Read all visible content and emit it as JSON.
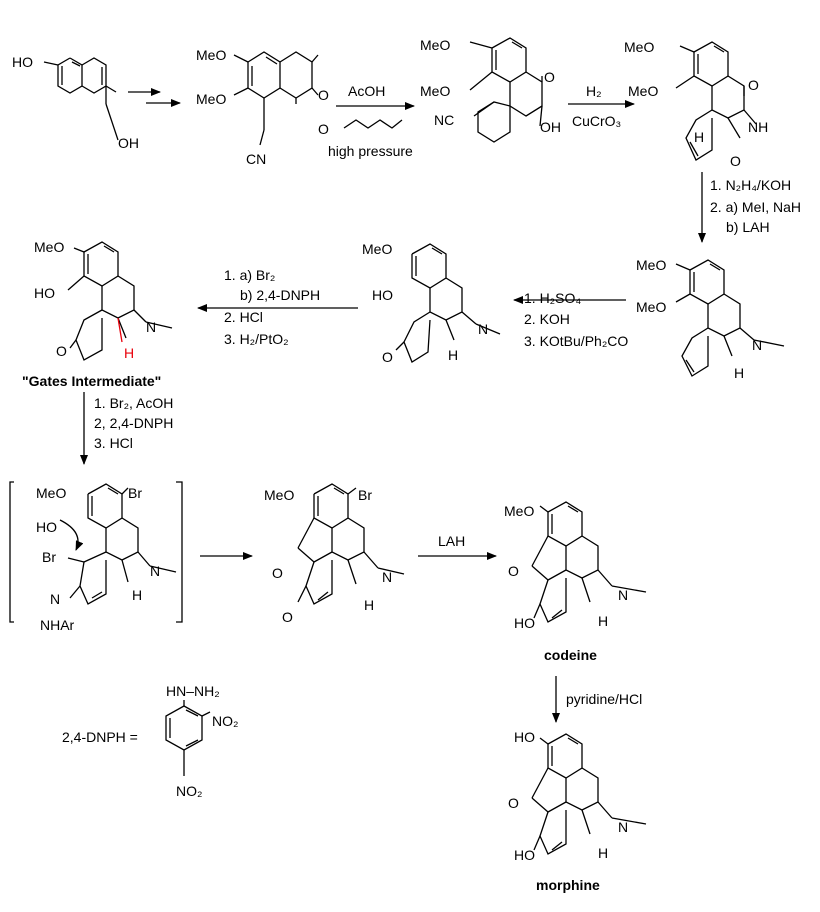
{
  "colors": {
    "ink": "#000000",
    "highlight": "#e8000b"
  },
  "step1": {
    "sm_oh_top": "HO",
    "sm_oh_bottom": "OH"
  },
  "step2": {
    "ome1": "MeO",
    "ome2": "MeO",
    "o1": "O",
    "o2": "O",
    "cn": "CN",
    "reagent1": "AcOH",
    "reagent2": "high pressure"
  },
  "step3": {
    "ome1": "MeO",
    "ome2": "MeO",
    "nc": "NC",
    "o": "O",
    "oh": "OH",
    "reagent_h2": "H₂",
    "reagent_cat": "CuCrO₃"
  },
  "step4": {
    "ome1": "MeO",
    "ome2": "MeO",
    "o1": "O",
    "o2": "O",
    "nh": "NH",
    "h": "H",
    "cond1": "1. N₂H₄/KOH",
    "cond2": "2. a) MeI, NaH",
    "cond3": "b) LAH"
  },
  "step5": {
    "ome1": "MeO",
    "ome2": "MeO",
    "n": "N",
    "h": "H",
    "cond1": "1. H₂SO₄",
    "cond2": "2. KOH",
    "cond3": "3. KOtBu/Ph₂CO"
  },
  "step6": {
    "ome": "MeO",
    "ho": "HO",
    "o": "O",
    "n": "N",
    "h": "H"
  },
  "gates": {
    "ome": "MeO",
    "ho": "HO",
    "o": "O",
    "n": "N",
    "h": "H",
    "name": "\"Gates Intermediate\"",
    "cond1": "1. a) Br₂",
    "cond2": "b) 2,4-DNPH",
    "cond3": "2. HCl",
    "cond4": "3. H₂/PtO₂"
  },
  "down_cond": {
    "c1": "1. Br₂, AcOH",
    "c2": "2, 2,4-DNPH",
    "c3": "3. HCl"
  },
  "bracket": {
    "ome": "MeO",
    "br1": "Br",
    "ho": "HO",
    "br2": "Br",
    "n_imine": "N",
    "nhar": "NHAr",
    "n": "N",
    "h": "H"
  },
  "bromoketone": {
    "ome": "MeO",
    "br": "Br",
    "o_bridge": "O",
    "o_keto": "O",
    "n": "N",
    "h": "H"
  },
  "codeine": {
    "ome": "MeO",
    "o": "O",
    "ho": "HO",
    "n": "N",
    "h": "H",
    "name": "codeine",
    "reagent": "LAH"
  },
  "morphine": {
    "ho_top": "HO",
    "o": "O",
    "ho": "HO",
    "n": "N",
    "h": "H",
    "name": "morphine",
    "reagent": "pyridine/HCl"
  },
  "dnph": {
    "label": "2,4-DNPH =",
    "hydrazine": "HN–NH₂",
    "no2_a": "NO₂",
    "no2_b": "NO₂"
  }
}
